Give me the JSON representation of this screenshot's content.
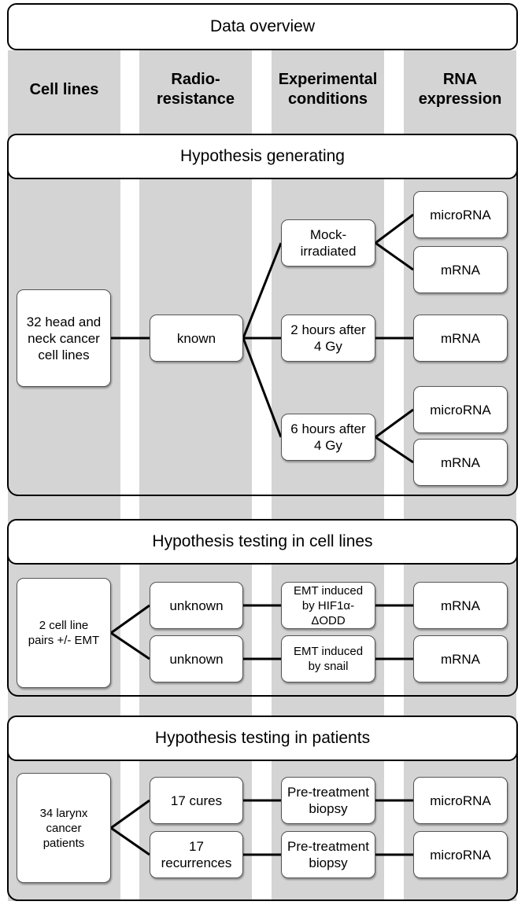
{
  "title": "Data overview",
  "columns": [
    "Cell lines",
    "Radio-\nresistance",
    "Experimental\nconditions",
    "RNA\nexpression"
  ],
  "sections": [
    {
      "title": "Hypothesis generating",
      "nodes": {
        "cells": "32 head and\nneck cancer\ncell lines",
        "radio": "known",
        "cond_mock": "Mock-\nirradiated",
        "cond_2h": "2 hours after\n4 Gy",
        "cond_6h": "6 hours after\n4 Gy",
        "rna_mock_mi": "microRNA",
        "rna_mock_m": "mRNA",
        "rna_2h_m": "mRNA",
        "rna_6h_mi": "microRNA",
        "rna_6h_m": "mRNA"
      }
    },
    {
      "title": "Hypothesis testing in cell lines",
      "nodes": {
        "cells": "2 cell line\npairs +/- EMT",
        "radio_1": "unknown",
        "radio_2": "unknown",
        "cond_1": "EMT induced\nby  HIF1α-\nΔODD",
        "cond_2": "EMT induced\nby snail",
        "rna_1": "mRNA",
        "rna_2": "mRNA"
      }
    },
    {
      "title": "Hypothesis testing in patients",
      "nodes": {
        "cells": "34 larynx\ncancer\npatients",
        "radio_1": "17 cures",
        "radio_2": "17 recurrences",
        "cond_1": "Pre-treatment\nbiopsy",
        "cond_2": "Pre-treatment\nbiopsy",
        "rna_1": "microRNA",
        "rna_2": "microRNA"
      }
    }
  ]
}
